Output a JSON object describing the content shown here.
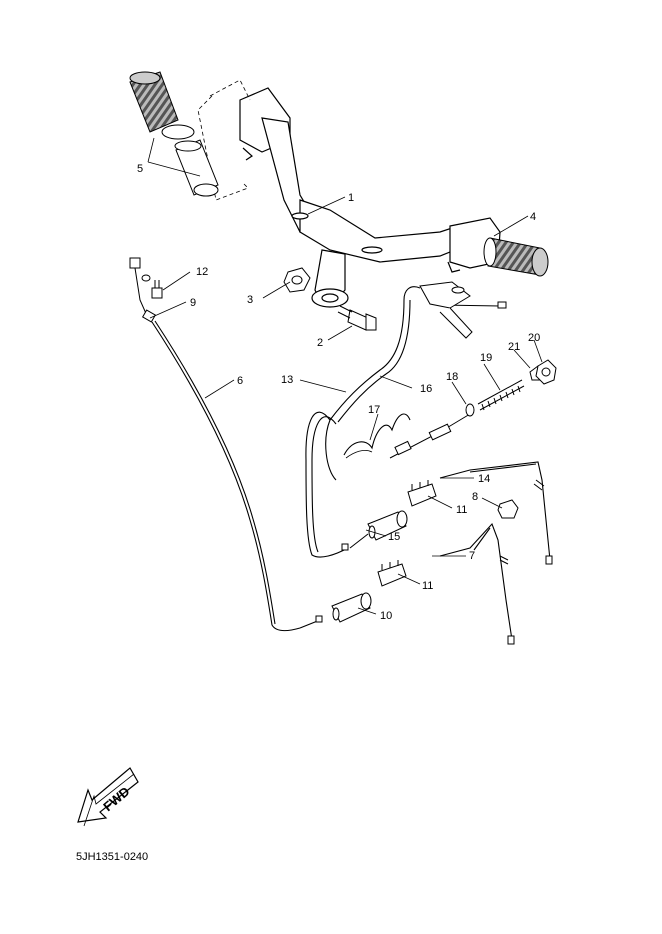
{
  "diagram_code": "5JH1351-0240",
  "fwd_label": "FWD",
  "callouts": [
    {
      "key": "c1",
      "label": "1"
    },
    {
      "key": "c2",
      "label": "2"
    },
    {
      "key": "c3",
      "label": "3"
    },
    {
      "key": "c4",
      "label": "4"
    },
    {
      "key": "c5",
      "label": "5"
    },
    {
      "key": "c6",
      "label": "6"
    },
    {
      "key": "c7",
      "label": "7"
    },
    {
      "key": "c8",
      "label": "8"
    },
    {
      "key": "c9",
      "label": "9"
    },
    {
      "key": "c10",
      "label": "10"
    },
    {
      "key": "c11a",
      "label": "11"
    },
    {
      "key": "c11b",
      "label": "11"
    },
    {
      "key": "c12",
      "label": "12"
    },
    {
      "key": "c13",
      "label": "13"
    },
    {
      "key": "c14",
      "label": "14"
    },
    {
      "key": "c15",
      "label": "15"
    },
    {
      "key": "c16",
      "label": "16"
    },
    {
      "key": "c17",
      "label": "17"
    },
    {
      "key": "c18",
      "label": "18"
    },
    {
      "key": "c19",
      "label": "19"
    },
    {
      "key": "c20",
      "label": "20"
    },
    {
      "key": "c21",
      "label": "21"
    }
  ]
}
